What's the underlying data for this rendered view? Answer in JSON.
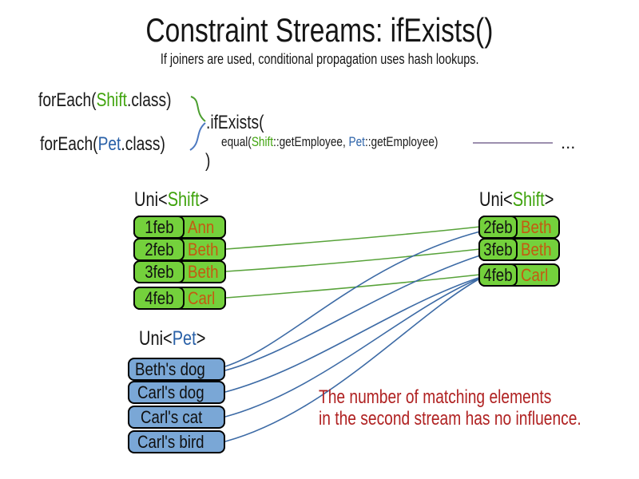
{
  "colors": {
    "green_fill": "#74d13c",
    "blue_fill": "#7aa7d6",
    "green_text": "#3fa30c",
    "blue_text": "#2a61a8",
    "orange_text": "#c45a11",
    "red_text": "#b02222",
    "connector_green": "#58a33a",
    "connector_blue": "#3c6aa5",
    "brace_green": "#4b9e2f",
    "brace_blue": "#4d79c0",
    "purple_line": "#7c6a94"
  },
  "header": {
    "title": "Constraint Streams: ifExists()",
    "subtitle": "If joiners are used, conditional propagation uses hash lookups."
  },
  "code": {
    "foreach_shift": {
      "pre": "forEach(",
      "cls": "Shift",
      "post": ".class)"
    },
    "foreach_pet": {
      "pre": "forEach(",
      "cls": "Pet",
      "post": ".class)"
    },
    "if_exists_label": ".ifExists(",
    "equal": {
      "pre": "equal(",
      "shift_cls": "Shift",
      "mid": "::getEmployee, ",
      "pet_cls": "Pet",
      "post": "::getEmployee)"
    },
    "close_paren": ")",
    "ellipsis": "..."
  },
  "left_shift_stream": {
    "header": {
      "pre": "Uni<",
      "cls": "Shift",
      "post": ">"
    },
    "rows": [
      {
        "date": "1feb",
        "name": "Ann"
      },
      {
        "date": "2feb",
        "name": "Beth"
      },
      {
        "date": "3feb",
        "name": "Beth"
      },
      {
        "date": "4feb",
        "name": "Carl"
      }
    ]
  },
  "right_shift_stream": {
    "header": {
      "pre": "Uni<",
      "cls": "Shift",
      "post": ">"
    },
    "rows": [
      {
        "date": "2feb",
        "name": "Beth"
      },
      {
        "date": "3feb",
        "name": "Beth"
      },
      {
        "date": "4feb",
        "name": "Carl"
      }
    ]
  },
  "pet_stream": {
    "header": {
      "pre": "Uni<",
      "cls": "Pet",
      "post": ">"
    },
    "rows": [
      {
        "label": "Beth's dog"
      },
      {
        "label": "Carl's dog"
      },
      {
        "label": "Carl's cat"
      },
      {
        "label": "Carl's bird"
      }
    ]
  },
  "annotation": {
    "line1": "The number of matching elements",
    "line2": "in the second stream has no influence."
  },
  "connections": {
    "shift_to_shift": [
      {
        "from": "left 2feb Beth",
        "to": "right 2feb Beth"
      },
      {
        "from": "left 3feb Beth",
        "to": "right 3feb Beth"
      },
      {
        "from": "left 4feb Carl",
        "to": "right 4feb Carl"
      }
    ],
    "pet_to_shift": [
      {
        "from": "Beth's dog",
        "to": "right 2feb Beth"
      },
      {
        "from": "Beth's dog",
        "to": "right 3feb Beth"
      },
      {
        "from": "Carl's dog",
        "to": "right 4feb Carl"
      },
      {
        "from": "Carl's cat",
        "to": "right 4feb Carl"
      },
      {
        "from": "Carl's bird",
        "to": "right 4feb Carl"
      }
    ]
  }
}
